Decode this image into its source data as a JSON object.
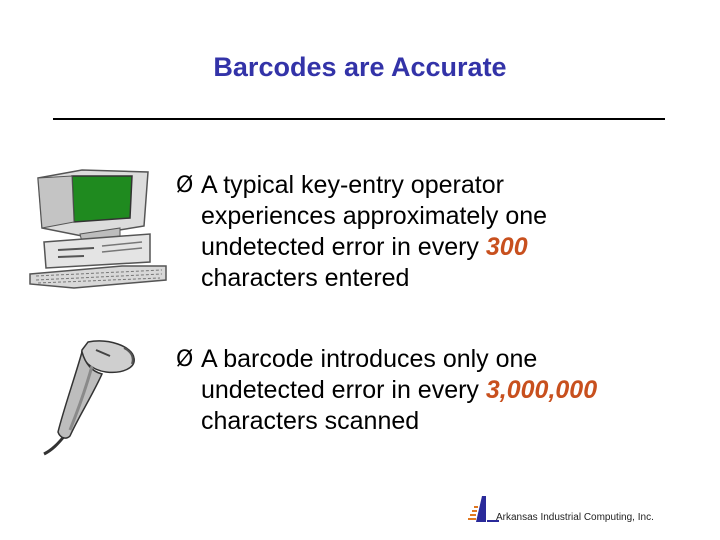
{
  "slide": {
    "title": "Barcodes are Accurate",
    "bullets": [
      {
        "marker": "Ø",
        "lines": [
          "A typical key-entry operator",
          "experiences approximately one"
        ],
        "line3_prefix": "undetected error in every ",
        "highlight": "300",
        "line4": "characters entered"
      },
      {
        "marker": "Ø",
        "line1": "A barcode introduces only one",
        "line2_prefix": "undetected error in every ",
        "highlight": "3,000,000",
        "line3": "characters scanned"
      }
    ],
    "footer": {
      "company": "Arkansas Industrial Computing, Inc."
    },
    "colors": {
      "title": "#3333a8",
      "highlight": "#c8501e",
      "screen": "#1f8a1f",
      "logo_blue": "#2a2a9a",
      "logo_orange": "#e07820"
    },
    "icons": [
      "computer-icon",
      "barcode-scanner-icon",
      "company-logo-icon"
    ]
  }
}
